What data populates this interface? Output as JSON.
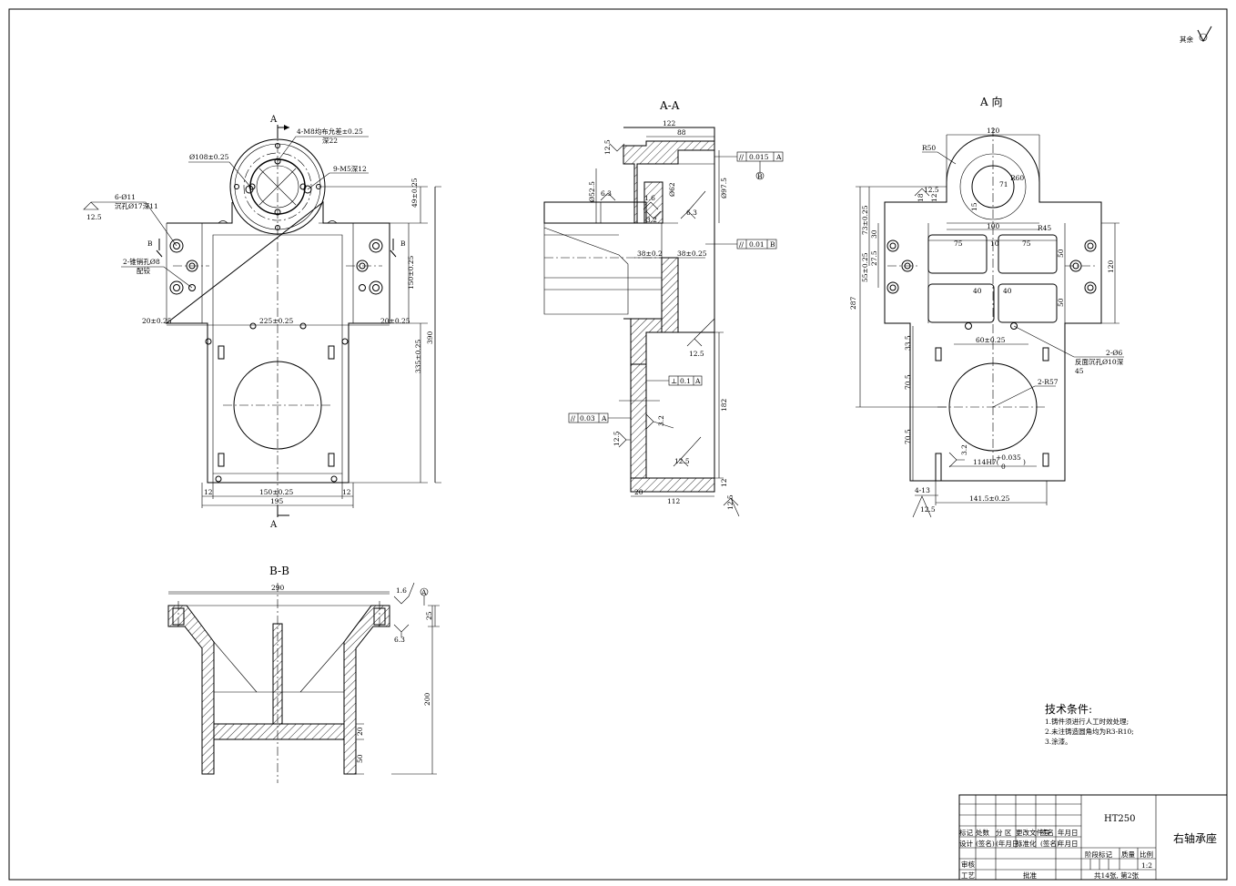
{
  "corner_note": {
    "text": "其余"
  },
  "views": {
    "front": {
      "section_marks": [
        "A",
        "A",
        "B",
        "B"
      ],
      "callouts": {
        "m8": "4-M8均布允差±0.25",
        "m8_depth": "深22",
        "dia108": "Ø108±0.25",
        "m5": "9-M5深12",
        "hole11": "6-Ø11",
        "counterbore": "沉孔Ø17深11",
        "taper_pin": "2-锥销孔Ø8",
        "taper_pin2": "配铰",
        "rough": "12.5"
      },
      "dims": {
        "d49": "49±0.25",
        "d150v": "150±0.25",
        "d335": "335±0.25",
        "d390": "390",
        "d225": "225±0.25",
        "d20l": "20±0.25",
        "d20r": "20±0.25",
        "d12l": "12",
        "d150h": "150±0.25",
        "d12r": "12",
        "d195": "195"
      }
    },
    "section_aa": {
      "title": "A-A",
      "dims": {
        "d122": "122",
        "d88": "88",
        "d52_5": "Ø52.5",
        "d62": "Ø62",
        "d97_5": "Ø97.5",
        "d38a": "38±0.2",
        "d38b": "38±0.25",
        "d182": "182",
        "d20": "20",
        "d112": "112",
        "d12": "12"
      },
      "tolerances": {
        "t1_sym": "//",
        "t1_val": "0.015",
        "t1_ref": "A",
        "t2_sym": "//",
        "t2_val": "0.01",
        "t2_ref": "B",
        "t3_sym": "⊥",
        "t3_val": "0.1",
        "t3_ref": "A",
        "t4_sym": "//",
        "t4_val": "0.03",
        "t4_ref": "A",
        "datum_b": "B"
      },
      "roughness": [
        "12.5",
        "6.3",
        "1.6",
        "3.2",
        "6.3",
        "12.5",
        "12.5",
        "3.2",
        "12.5",
        "12.5"
      ]
    },
    "view_a": {
      "title": "A 向",
      "dims": {
        "d120": "120",
        "r50": "R50",
        "r60": "R60",
        "d71": "71",
        "d100": "100",
        "r45": "R45",
        "d75a": "75",
        "d75b": "75",
        "d10": "10",
        "d50a": "50",
        "d50b": "50",
        "d40a": "40",
        "d40b": "40",
        "d120v": "120",
        "d73": "73±0.25",
        "d30": "30",
        "d27_5": "27.5",
        "d55": "55±0.25",
        "d287": "287",
        "d60": "60±0.25",
        "d33_5": "33.5",
        "d70_5a": "70.5",
        "d70_5b": "70.5",
        "d2r57": "2-R57",
        "d114": "114H7(",
        "d114_tol_up": "+0.035",
        "d114_tol_lo": "0",
        "d114_close": ")",
        "d141_5": "141.5±0.25",
        "d4_13": "4-13",
        "d18": "18",
        "d12v": "12",
        "d15": "15"
      },
      "callouts": {
        "holes6": "2-Ø6",
        "back": "反面沉孔Ø10深",
        "back_depth": "45"
      },
      "roughness": [
        "12.5",
        "12.5",
        "3.2"
      ]
    },
    "section_bb": {
      "title": "B-B",
      "dims": {
        "d290": "290",
        "d25": "25",
        "d200": "200",
        "d20": "20",
        "d50": "50"
      },
      "roughness": [
        "1.6",
        "6.3"
      ],
      "datum": "A"
    }
  },
  "technical_requirements": {
    "title": "技术条件:",
    "items": [
      "1.铸件须进行人工时效处理;",
      "2.未注铸造圆角均为R3-R10;",
      "3.涂漆。"
    ]
  },
  "title_block": {
    "material": "HT250",
    "part_name": "右轴承座",
    "row_labels": [
      "标记",
      "处数",
      "分 区",
      "更改文件号",
      "签名",
      "年月日"
    ],
    "design_row": [
      "设计",
      "(签名)",
      "(年月日)",
      "标准化",
      "(签名)",
      "年月日"
    ],
    "stage_label": "阶段标记",
    "mass_label": "质量",
    "scale_label": "比例",
    "scale": "1:2",
    "review": "审核",
    "process": "工艺",
    "approve": "批准",
    "sheets": "共14张, 第2张"
  }
}
